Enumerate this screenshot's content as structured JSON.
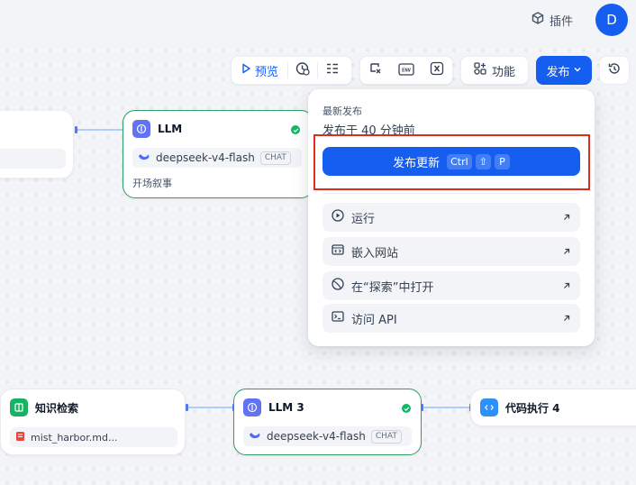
{
  "header": {
    "plugins_label": "插件",
    "avatar_letter": "D",
    "accent_color": "#155eef"
  },
  "toolbar": {
    "preview_label": "预览",
    "features_label": "功能",
    "publish_label": "发布"
  },
  "nodes": {
    "llm": {
      "title": "LLM",
      "model": "deepseek-v4-flash",
      "badge": "CHAT",
      "note": "开场叙事"
    },
    "knowledge": {
      "title": "知识检索",
      "dataset": "mist_harbor.md..."
    },
    "llm3": {
      "title": "LLM 3",
      "model": "deepseek-v4-flash",
      "badge": "CHAT"
    },
    "code": {
      "title": "代码执行 4"
    }
  },
  "publish_menu": {
    "section_label": "最新发布",
    "published_time": "发布于 40 分钟前",
    "update_button": {
      "label": "发布更新",
      "keys": [
        "Ctrl",
        "⇧",
        "P"
      ]
    },
    "items": [
      {
        "label": "运行",
        "icon": "play-circle-icon"
      },
      {
        "label": "嵌入网站",
        "icon": "embed-icon"
      },
      {
        "label": "在“探索”中打开",
        "icon": "explore-icon"
      },
      {
        "label": "访问 API",
        "icon": "terminal-icon"
      }
    ]
  }
}
